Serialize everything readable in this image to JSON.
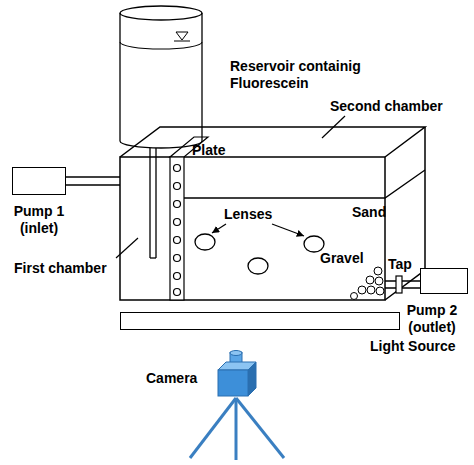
{
  "diagram": {
    "nodes": [
      {
        "text": [
          "Reservoir containig Fluorescein"
        ]
      },
      {
        "text": [
          "Pump 1 (inlet)"
        ]
      },
      {
        "text": [
          "Pump 2 (outlet)"
        ]
      },
      {
        "text": [
          "Light Source"
        ]
      },
      {
        "text": [
          "Camera"
        ]
      }
    ],
    "labels": [
      "Second chamber",
      "Plate",
      "Lenses",
      "Sand",
      "Gravel",
      "Tap",
      "First chamber"
    ]
  }
}
